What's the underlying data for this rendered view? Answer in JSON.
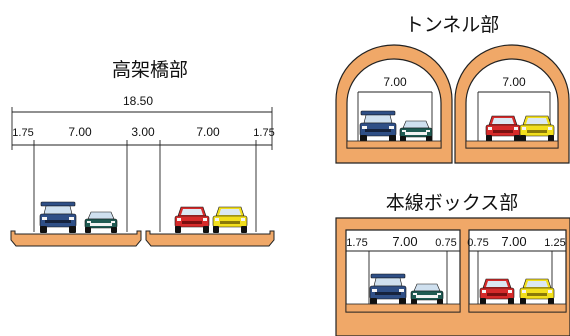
{
  "viaduct": {
    "title": "高架橋部",
    "total_width": "18.50",
    "dims": [
      "1.75",
      "7.00",
      "3.00",
      "7.00",
      "1.75"
    ]
  },
  "tunnel": {
    "title": "トンネル部",
    "left_width": "7.00",
    "right_width": "7.00"
  },
  "box": {
    "title": "本線ボックス部",
    "left_dims": [
      "1.75",
      "7.00",
      "0.75"
    ],
    "right_dims": [
      "0.75",
      "7.00",
      "1.25"
    ]
  },
  "colors": {
    "structure": "#f0a868",
    "car_blue": "#2f4f86",
    "car_teal": "#1f5a52",
    "car_red": "#d62a2a",
    "car_yellow": "#f2df1c"
  }
}
